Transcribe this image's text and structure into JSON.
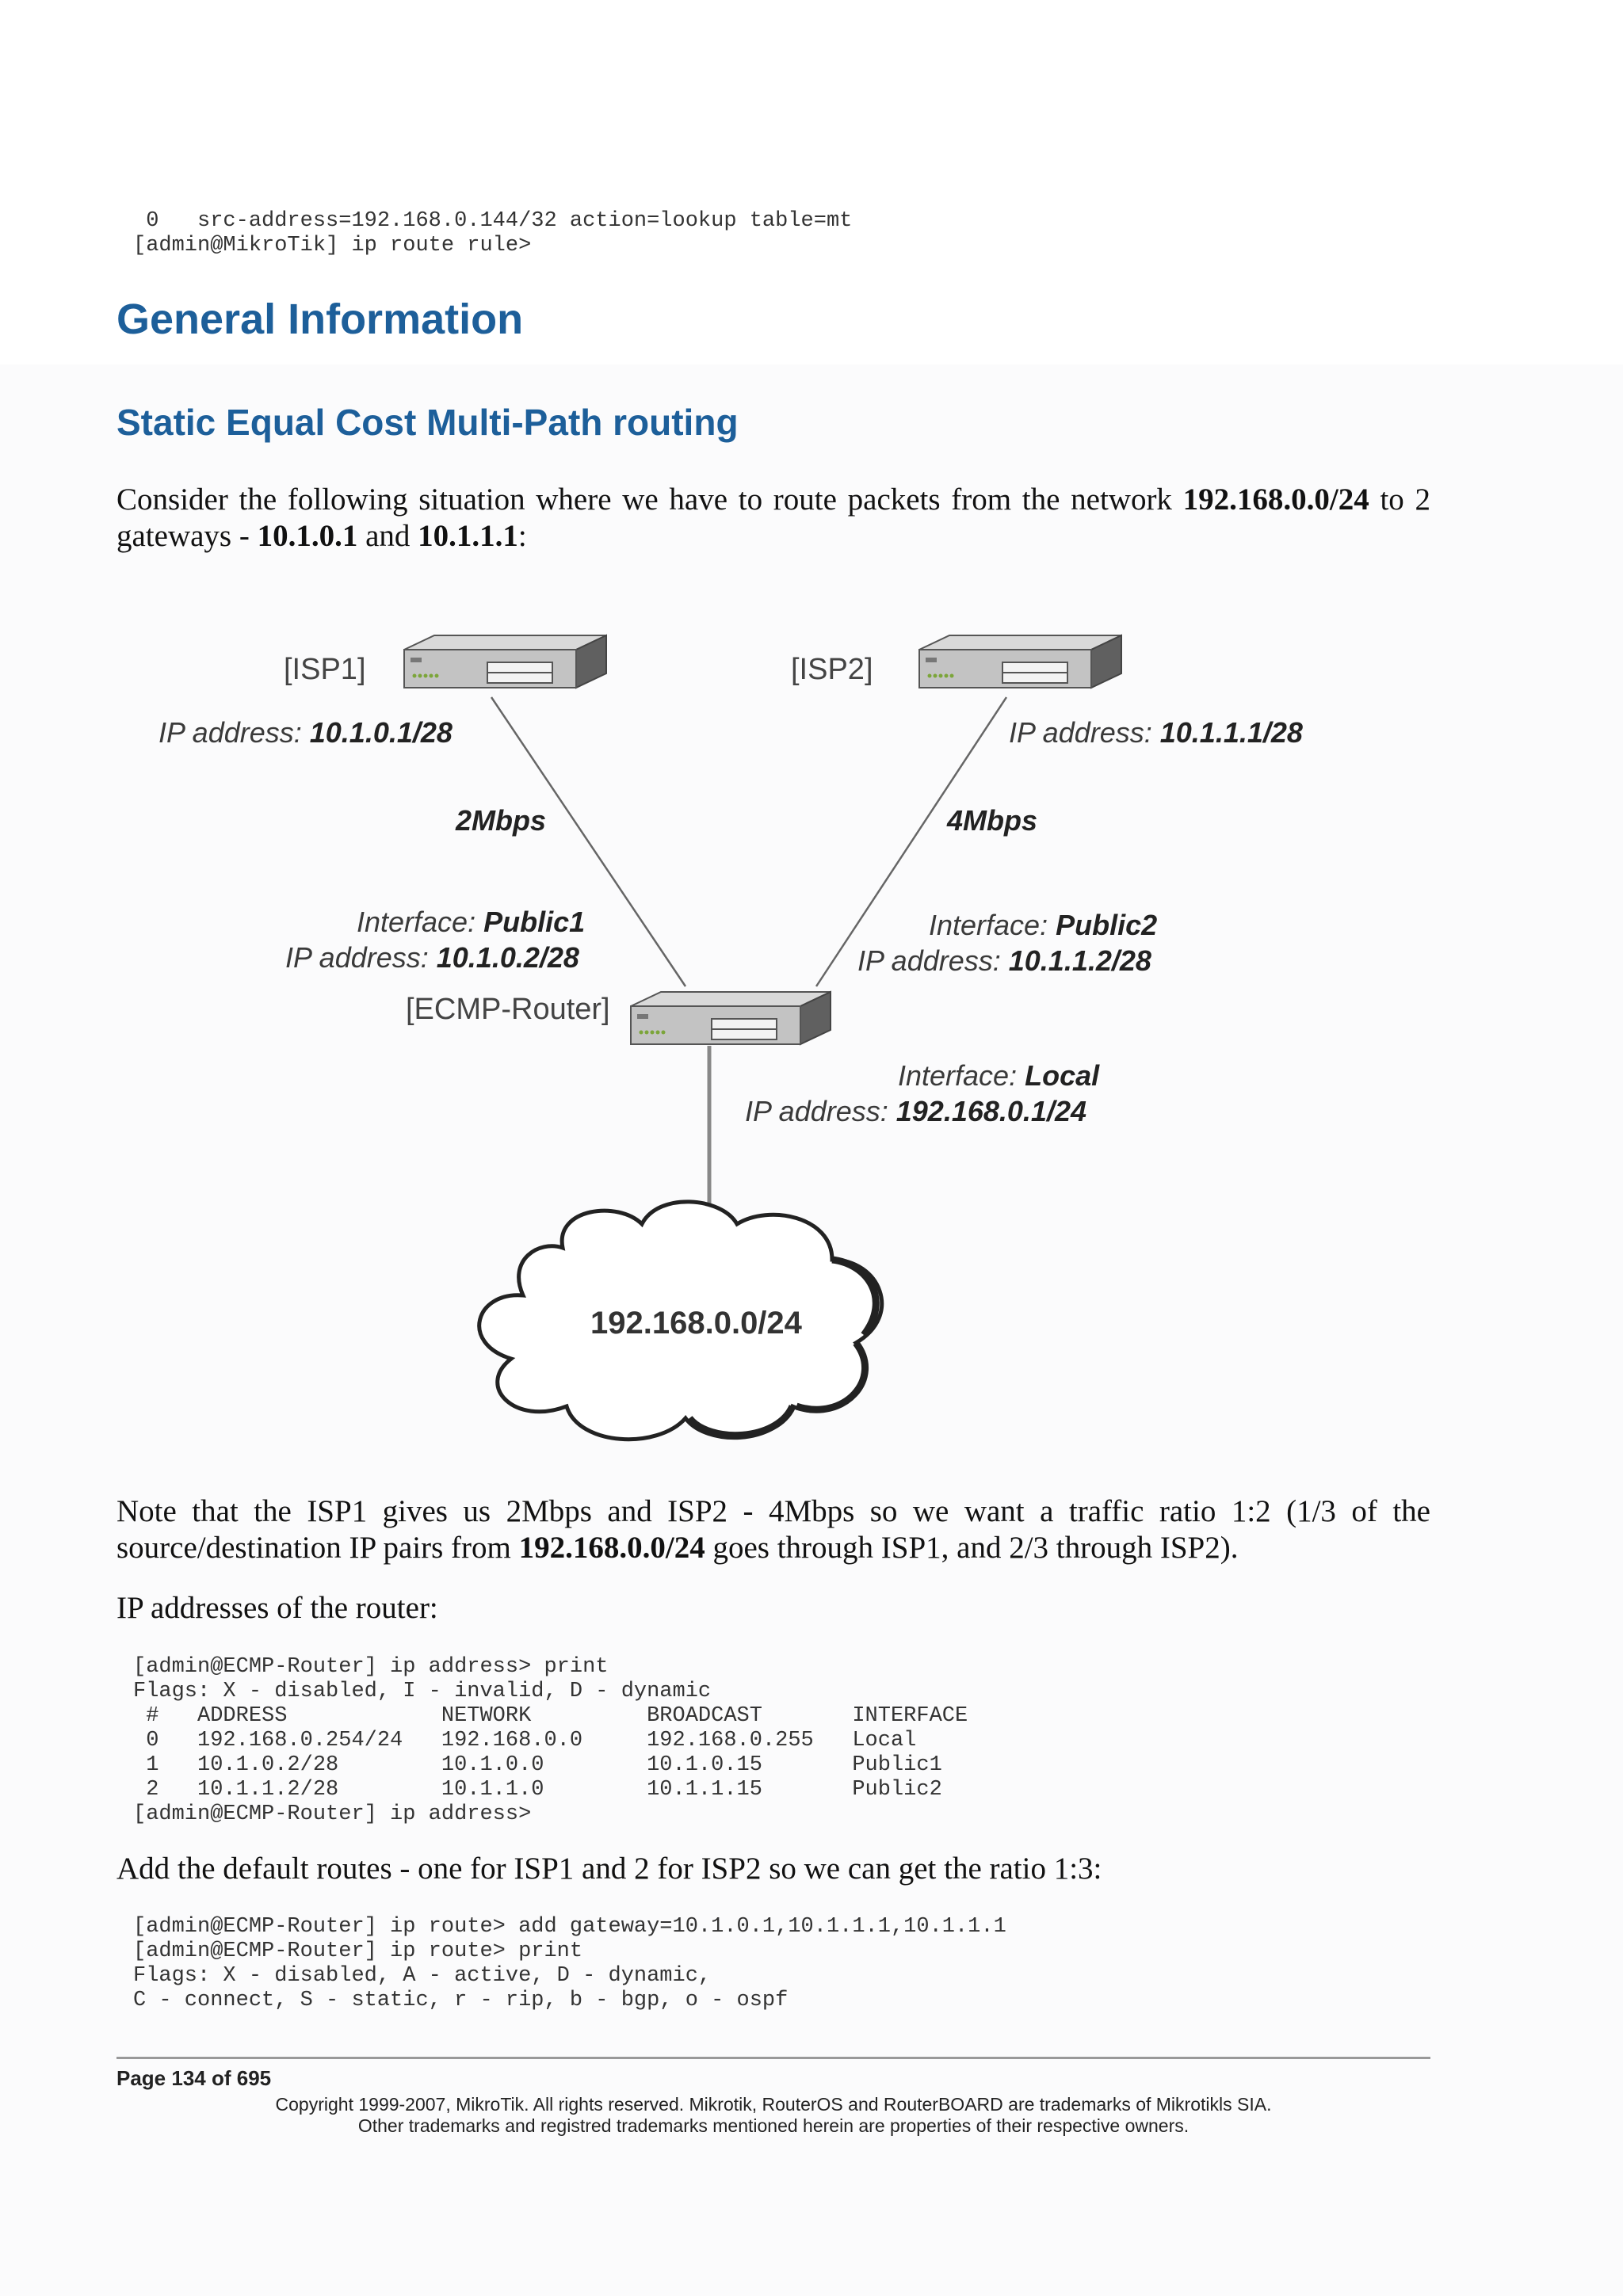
{
  "code_top": {
    "line1": " 0   src-address=192.168.0.144/32 action=lookup table=mt",
    "line2": "[admin@MikroTik] ip route rule>"
  },
  "heading_general": "General Information",
  "heading_ecmp": "Static Equal Cost Multi-Path routing",
  "intro": {
    "t1": "Consider the following situation where we have to route packets from the network ",
    "b1": "192.168.0.0/24",
    "t2": " to 2 gateways - ",
    "b2": "10.1.0.1",
    "t3": " and ",
    "b3": "10.1.1.1",
    "t4": ":"
  },
  "diagram": {
    "isp1_label": "[ISP1]",
    "isp1_ip_prefix": "IP address: ",
    "isp1_ip": "10.1.0.1/28",
    "isp2_label": "[ISP2]",
    "isp2_ip_prefix": "IP address: ",
    "isp2_ip": "10.1.1.1/28",
    "link1_speed": "2Mbps",
    "link2_speed": "4Mbps",
    "pub1_if_prefix": "Interface: ",
    "pub1_if": "Public1",
    "pub1_ip_prefix": "IP address: ",
    "pub1_ip": "10.1.0.2/28",
    "pub2_if_prefix": "Interface: ",
    "pub2_if": "Public2",
    "pub2_ip_prefix": "IP address: ",
    "pub2_ip": "10.1.1.2/28",
    "router_label": "[ECMP-Router]",
    "local_if_prefix": "Interface: ",
    "local_if": "Local",
    "local_ip_prefix": "IP address: ",
    "local_ip": "192.168.0.1/24",
    "cloud_label": "192.168.0.0/24"
  },
  "note": {
    "t1": "Note that the ISP1 gives us 2Mbps and ISP2 - 4Mbps so we want a traffic ratio 1:2 (1/3 of the source/destination IP pairs from ",
    "b1": "192.168.0.0/24",
    "t2": " goes through ISP1, and 2/3 through ISP2)."
  },
  "ip_addresses_text": "IP addresses of the router:",
  "code_addr": {
    "line1": "[admin@ECMP-Router] ip address> print",
    "line2": "Flags: X - disabled, I - invalid, D - dynamic",
    "line3": " #   ADDRESS            NETWORK         BROADCAST       INTERFACE",
    "line4": " 0   192.168.0.254/24   192.168.0.0     192.168.0.255   Local",
    "line5": " 1   10.1.0.2/28        10.1.0.0        10.1.0.15       Public1",
    "line6": " 2   10.1.1.2/28        10.1.1.0        10.1.1.15       Public2",
    "line7": "[admin@ECMP-Router] ip address>"
  },
  "default_routes_text": "Add the default routes - one for ISP1 and 2 for ISP2 so we can get the ratio 1:3:",
  "code_route": {
    "line1": "[admin@ECMP-Router] ip route> add gateway=10.1.0.1,10.1.1.1,10.1.1.1",
    "line2": "[admin@ECMP-Router] ip route> print",
    "line3": "Flags: X - disabled, A - active, D - dynamic,",
    "line4": "C - connect, S - static, r - rip, b - bgp, o - ospf"
  },
  "footer": {
    "page": "Page 134 of 695",
    "copyright1": "Copyright 1999-2007, MikroTik. All rights reserved. Mikrotik, RouterOS and RouterBOARD are trademarks of Mikrotikls SIA.",
    "copyright2": "Other trademarks and registred trademarks mentioned herein are properties of their respective owners."
  }
}
